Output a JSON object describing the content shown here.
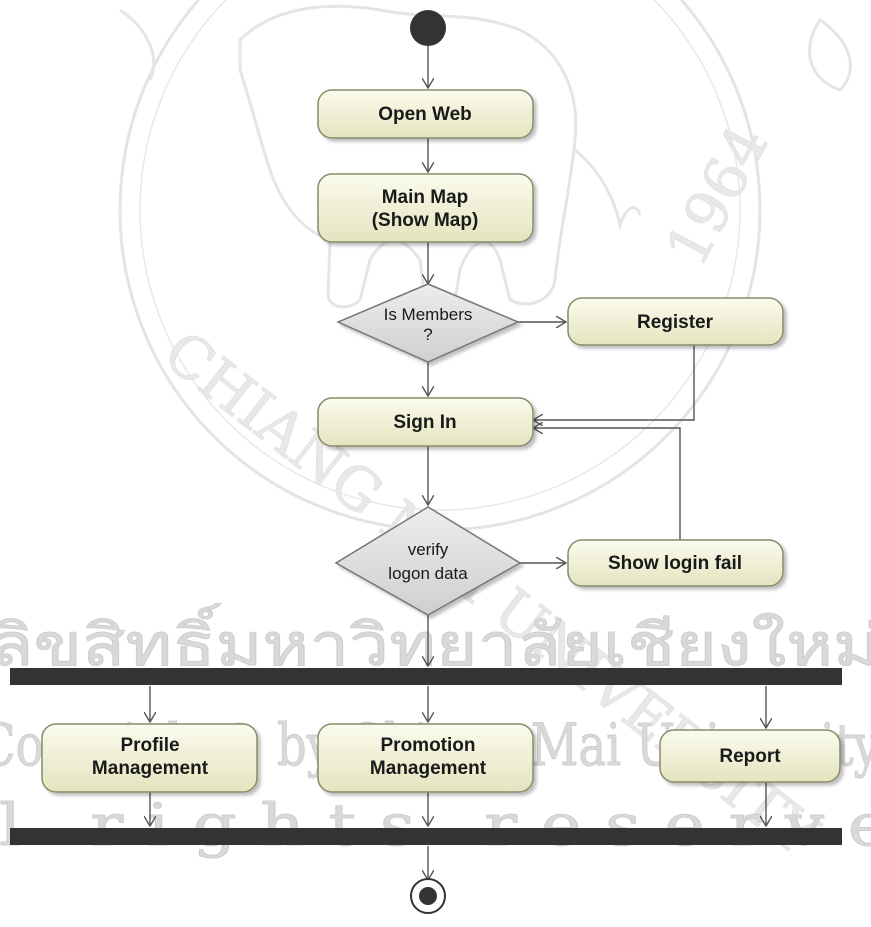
{
  "watermark": {
    "seal_text_left": "CHIANG MAI UNIVERSITY",
    "seal_year": "1964",
    "thai_line": "ลิขสิทธิ์มหาวิทยาลัยเชียงใหม่",
    "copyright_line": "Copyright© by Chiang Mai University",
    "rights_line": "All rights reserved"
  },
  "diagram": {
    "open_web": "Open Web",
    "main_map_line1": "Main Map",
    "main_map_line2": "(Show Map)",
    "is_members_line1": "Is Members",
    "is_members_line2": "?",
    "register": "Register",
    "sign_in": "Sign In",
    "verify_line1": "verify",
    "verify_line2": "logon data",
    "show_login_fail": "Show login fail",
    "profile_line1": "Profile",
    "profile_line2": "Management",
    "promotion_line1": "Promotion",
    "promotion_line2": "Management",
    "report": "Report"
  },
  "colors": {
    "activity_fill": "#efefd2",
    "activity_stroke": "#8a8a6a",
    "decision_fill": "#dcdcdc",
    "bar_fill": "#333333",
    "watermark": "#d4d4d4"
  }
}
